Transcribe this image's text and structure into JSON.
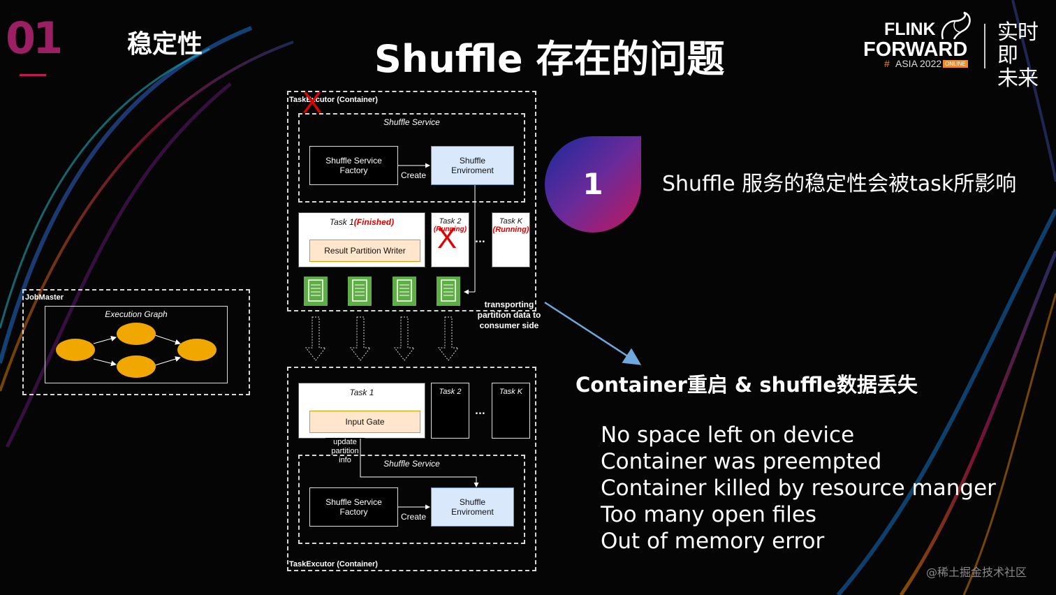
{
  "header": {
    "section_number": "01",
    "section_title": "稳定性",
    "title": "Shuffle 存在的问题"
  },
  "logo": {
    "line1": "FLINK",
    "line2": "FORWARD",
    "hash": "#",
    "event": "ASIA 2022",
    "badge": "ONLINE",
    "cn_line1": "实时即",
    "cn_line2": "未来"
  },
  "diagram": {
    "job_master": {
      "label": "JobMaster",
      "graph_label": "Execution Graph"
    },
    "top_executor": {
      "label": "TaskExcutor (Container)",
      "service_label": "Shuffle Service",
      "factory_label": "Shuffle Service Factory",
      "create_label": "Create",
      "env_label": "Shuffle Enviroment",
      "task1_name": "Task 1",
      "task1_status": "(Finished)",
      "writer_label": "Result Partition Writer",
      "task2_name": "Task 2",
      "task2_status": "(Running)",
      "taskk_name": "Task K",
      "taskk_status": "(Running)",
      "dots": "...",
      "transport_label": "transporting partition data to consumer side"
    },
    "bottom_executor": {
      "label": "TaskExcutor (Container)",
      "service_label": "Shuffle Service",
      "factory_label": "Shuffle Service Factory",
      "create_label": "Create",
      "env_label": "Shuffle Enviroment",
      "task1_name": "Task 1",
      "gate_label": "Input Gate",
      "task2_name": "Task 2",
      "taskk_name": "Task K",
      "dots": "...",
      "update_label": "update partition info"
    },
    "failure_mark": "X"
  },
  "points": {
    "number": "1",
    "impact": "Shuffle 服务的稳定性会被task所影响",
    "restart": "Container重启 & shuffle数据丢失",
    "errors": [
      "No space left on device",
      "Container was preempted",
      "Container killed by resource manger",
      "Too many open files",
      "Out of memory error"
    ]
  },
  "watermark": "@稀土掘金技术社区",
  "colors": {
    "accent": "#c2185b",
    "failure": "#e00000",
    "env_fill": "#dae8fc",
    "gate_fill": "#ffe6cc",
    "file_green": "#5fae45",
    "node_gold": "#f0a800"
  }
}
